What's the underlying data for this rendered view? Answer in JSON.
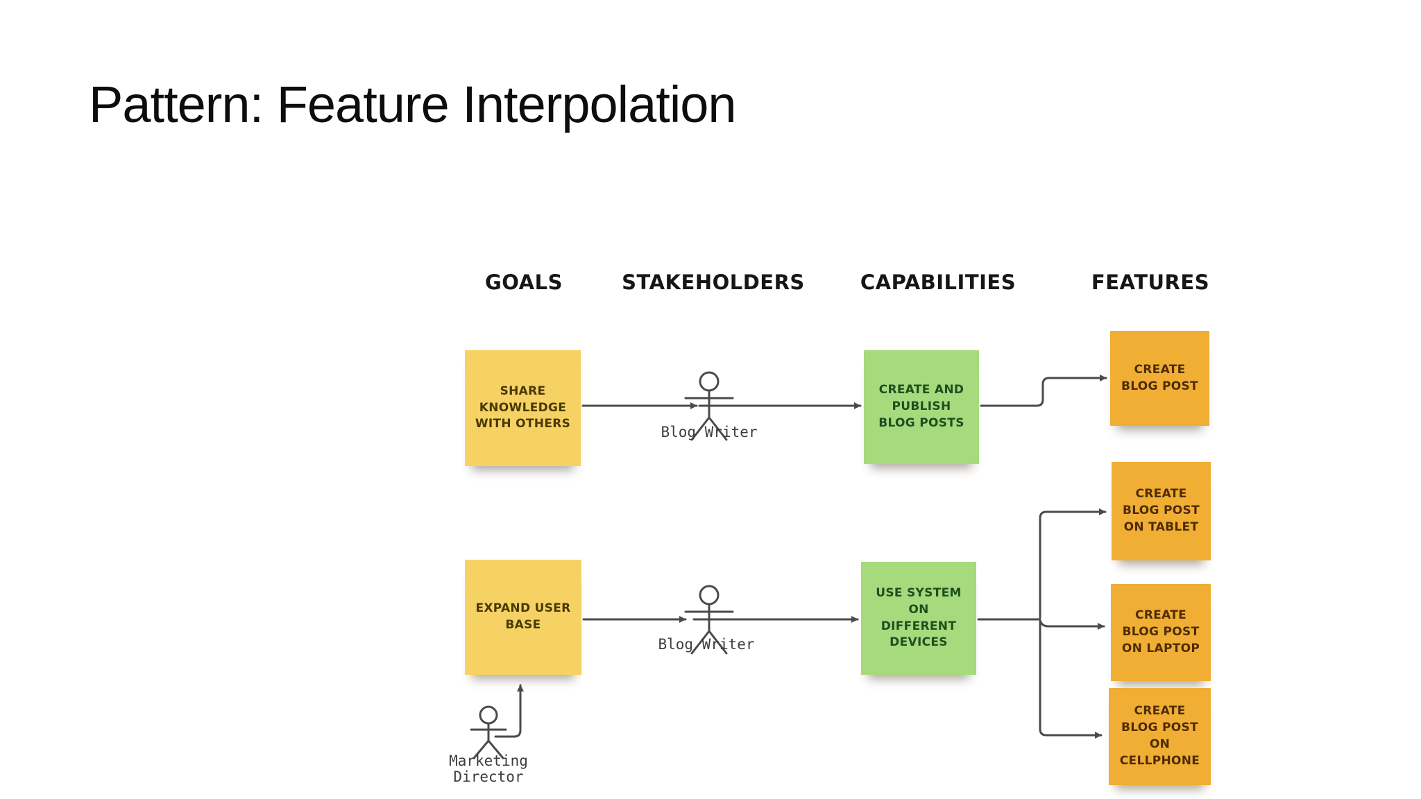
{
  "slide": {
    "title": "Pattern: Feature Interpolation"
  },
  "diagram": {
    "columns": [
      {
        "label": "GOALS"
      },
      {
        "label": "STAKEHOLDERS"
      },
      {
        "label": "CAPABILITIES"
      },
      {
        "label": "FEATURES"
      }
    ],
    "notes": [
      {
        "text": "SHARE KNOWLEDGE WITH OTHERS",
        "column": "GOALS",
        "kind": "goal"
      },
      {
        "text": "CREATE AND PUBLISH BLOG POSTS",
        "column": "CAPABILITIES",
        "kind": "capability"
      },
      {
        "text": "CREATE BLOG POST",
        "column": "FEATURES",
        "kind": "feature"
      },
      {
        "text": "EXPAND USER BASE",
        "column": "GOALS",
        "kind": "goal"
      },
      {
        "text": "USE SYSTEM ON DIFFERENT DEVICES",
        "column": "CAPABILITIES",
        "kind": "capability"
      },
      {
        "text": "CREATE BLOG POST ON TABLET",
        "column": "FEATURES",
        "kind": "feature"
      },
      {
        "text": "CREATE BLOG POST ON LAPTOP",
        "column": "FEATURES",
        "kind": "feature"
      },
      {
        "text": "CREATE BLOG POST ON CELLPHONE",
        "column": "FEATURES",
        "kind": "feature"
      }
    ],
    "actors": [
      {
        "label": "Blog Writer"
      },
      {
        "label": "Blog Writer"
      },
      {
        "label": "Marketing Director"
      }
    ],
    "colors": {
      "goal-note": "#f5d263",
      "capability-note": "#a6da7d",
      "feature-note": "#f0ae35",
      "goal-text": "#4a3904",
      "capability-text": "#1d501f",
      "feature-text": "#4f2c05",
      "connector": "#4a4a4a",
      "heading": "#161616"
    }
  }
}
